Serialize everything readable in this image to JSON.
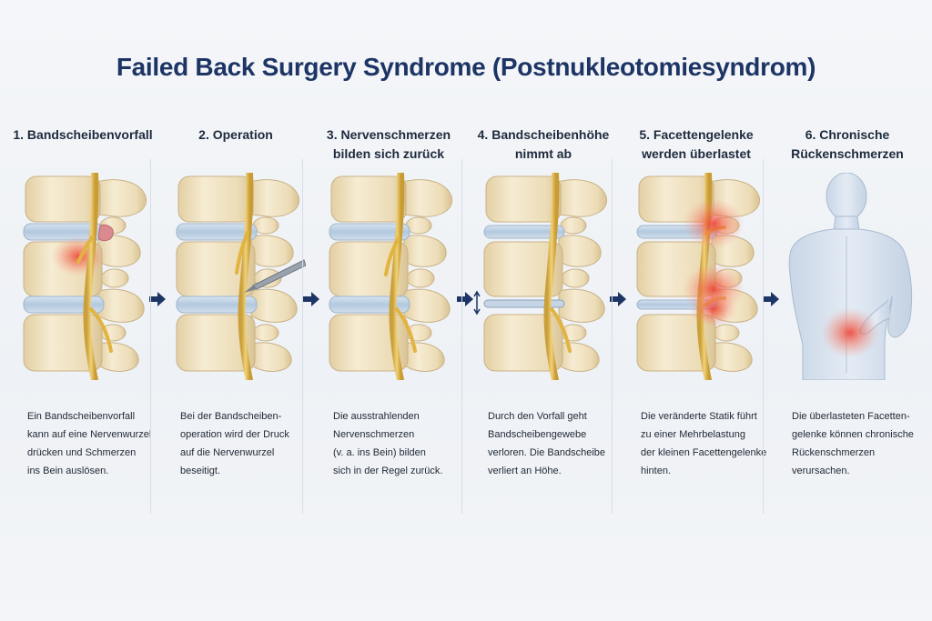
{
  "title": "Failed Back Surgery Syndrome (Postnukleotomiesyndrom)",
  "colors": {
    "title": "#1d3565",
    "arrow": "#1d3565",
    "bone": "#efe0bc",
    "disc": "#bcd0e4",
    "nerve": "#e5bf52",
    "pain": "#ef4a3a"
  },
  "steps": [
    {
      "title": "1. Bandscheibenvorfall",
      "desc": [
        "Ein Bandscheibenvorfall",
        "kann auf eine Nervenwurzel",
        "drücken und Schmerzen",
        "ins Bein auslösen."
      ],
      "illustration": "spine-herniated-disc"
    },
    {
      "title": "2. Operation",
      "desc": [
        "Bei der Bandscheiben-",
        "operation wird der Druck",
        "auf die Nervenwurzel",
        "beseitigt."
      ],
      "illustration": "spine-surgery-instrument"
    },
    {
      "title": "3. Nervenschmerzen bilden sich zurück",
      "desc": [
        "Die ausstrahlenden",
        "Nervenschmerzen",
        "(v. a. ins Bein) bilden",
        "sich in der Regel zurück."
      ],
      "illustration": "spine-recovered-nerve"
    },
    {
      "title": "4. Bandscheibenhöhe nimmt ab",
      "desc": [
        "Durch den Vorfall geht",
        "Bandscheibengewebe",
        "verloren. Die Bandscheibe",
        "verliert an Höhe."
      ],
      "illustration": "spine-reduced-disc-height"
    },
    {
      "title": "5. Facettengelenke werden überlastet",
      "desc": [
        "Die veränderte Statik führt",
        "zu einer Mehrbelastung",
        "der kleinen Facettengelenke",
        "hinten."
      ],
      "illustration": "spine-facet-overload"
    },
    {
      "title": "6. Chronische Rückenschmerzen",
      "desc": [
        "Die überlasteten Facetten-",
        "gelenke können chronische",
        "Rückenschmerzen",
        "verursachen."
      ],
      "illustration": "back-pain-figure"
    }
  ]
}
